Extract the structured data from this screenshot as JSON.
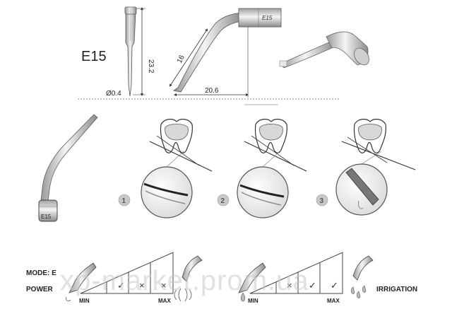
{
  "product": {
    "code": "E15",
    "engraving": "E15",
    "tip_label": "E15"
  },
  "dimensions": {
    "length": "23.2",
    "diameter": "Ø0.4",
    "tip_length": "16",
    "reach": "20.6"
  },
  "steps": [
    "1",
    "2",
    "3"
  ],
  "legend": {
    "mode_label": "MODE: E",
    "power_label": "POWER",
    "irrigation_label": "IRRIGATION",
    "power_min": "MIN",
    "power_max": "MAX",
    "irrigation_min": "MIN",
    "irrigation_max": "MAX",
    "power_marks": [
      "check",
      "cross",
      "cross"
    ],
    "irrigation_marks": [
      "cross",
      "check",
      "check"
    ]
  },
  "watermark": "xp-market.prom.ua",
  "colors": {
    "line": "#444444",
    "metal_light": "#e6e6e6",
    "metal_dark": "#8a8a8a",
    "watermark": "#c8c8c8"
  }
}
